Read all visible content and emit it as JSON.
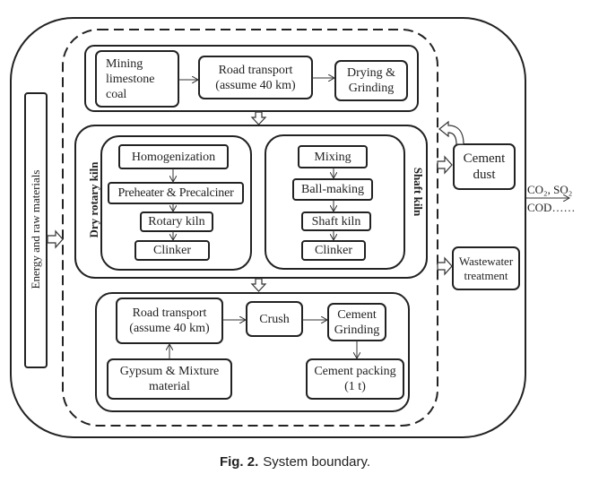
{
  "mining": {
    "box": "Mining\nlimestone\ncoal",
    "road_transport": "Road transport\n(assume 40 km)",
    "drying": "Drying &\nGrinding"
  },
  "dry_kiln": {
    "title": "Dry rotary kiln",
    "steps": [
      "Homogenization",
      "Preheater & Precalciner",
      "Rotary kiln",
      "Clinker"
    ]
  },
  "shaft_kiln": {
    "title": "Shaft kiln",
    "steps": [
      "Mixing",
      "Ball-making",
      "Shaft kiln",
      "Clinker"
    ]
  },
  "cement": {
    "road_transport": "Road transport\n(assume 40 km)",
    "crush": "Crush",
    "cement_grinding": "Cement\nGrinding",
    "gypsum": "Gypsum & Mixture\nmaterial",
    "packing": "Cement packing\n(1 t)"
  },
  "energy_label": "Energy and raw materials",
  "cement_dust": "Cement\ndust",
  "wastewater": "Wastewater\ntreatment",
  "emissions": {
    "line1": "CO₂, SO₂",
    "line2": "COD……"
  },
  "caption": {
    "label": "Fig. 2.",
    "text": "System boundary."
  }
}
